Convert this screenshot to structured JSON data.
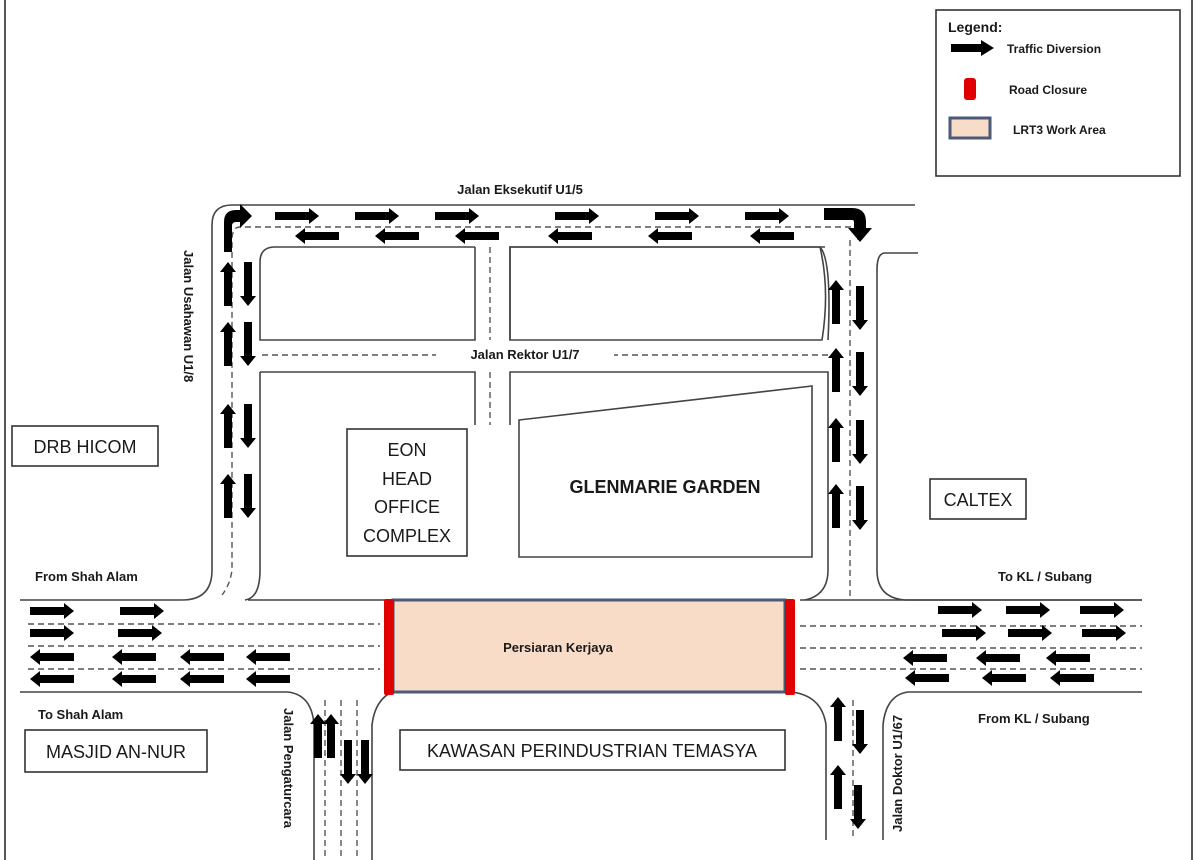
{
  "legend": {
    "title": "Legend:",
    "items": [
      {
        "label": "Traffic Diversion",
        "symbol": "arrow-icon",
        "color": "#000000"
      },
      {
        "label": "Road Closure",
        "symbol": "road-closure-icon",
        "color": "#e00000"
      },
      {
        "label": "LRT3 Work Area",
        "symbol": "work-area-icon",
        "color": "#f8dcc8",
        "border": "#4a5a78"
      }
    ]
  },
  "roads": {
    "top": "Jalan Eksekutif U1/5",
    "left_vertical": "Jalan Usahawan U1/8",
    "middle": "Jalan Rektor  U1/7",
    "main": "Persiaran Kerjaya",
    "bottom_left_vertical": "Jalan Pengaturcara",
    "bottom_right_vertical": "Jalan Doktor U1/67"
  },
  "directions": {
    "from_shah_alam": "From Shah Alam",
    "to_shah_alam": "To Shah Alam",
    "to_kl": "To KL / Subang",
    "from_kl": "From KL / Subang"
  },
  "landmarks": {
    "drb": "DRB HICOM",
    "eon": [
      "EON",
      "HEAD",
      "OFFICE",
      "COMPLEX"
    ],
    "glenmarie": "GLENMARIE GARDEN",
    "caltex": "CALTEX",
    "masjid": "MASJID AN-NUR",
    "kawasan": "KAWASAN PERINDUSTRIAN TEMASYA"
  },
  "colors": {
    "closure": "#e00000",
    "work_area_fill": "#f8dcc8",
    "work_area_border": "#4a5a78"
  }
}
